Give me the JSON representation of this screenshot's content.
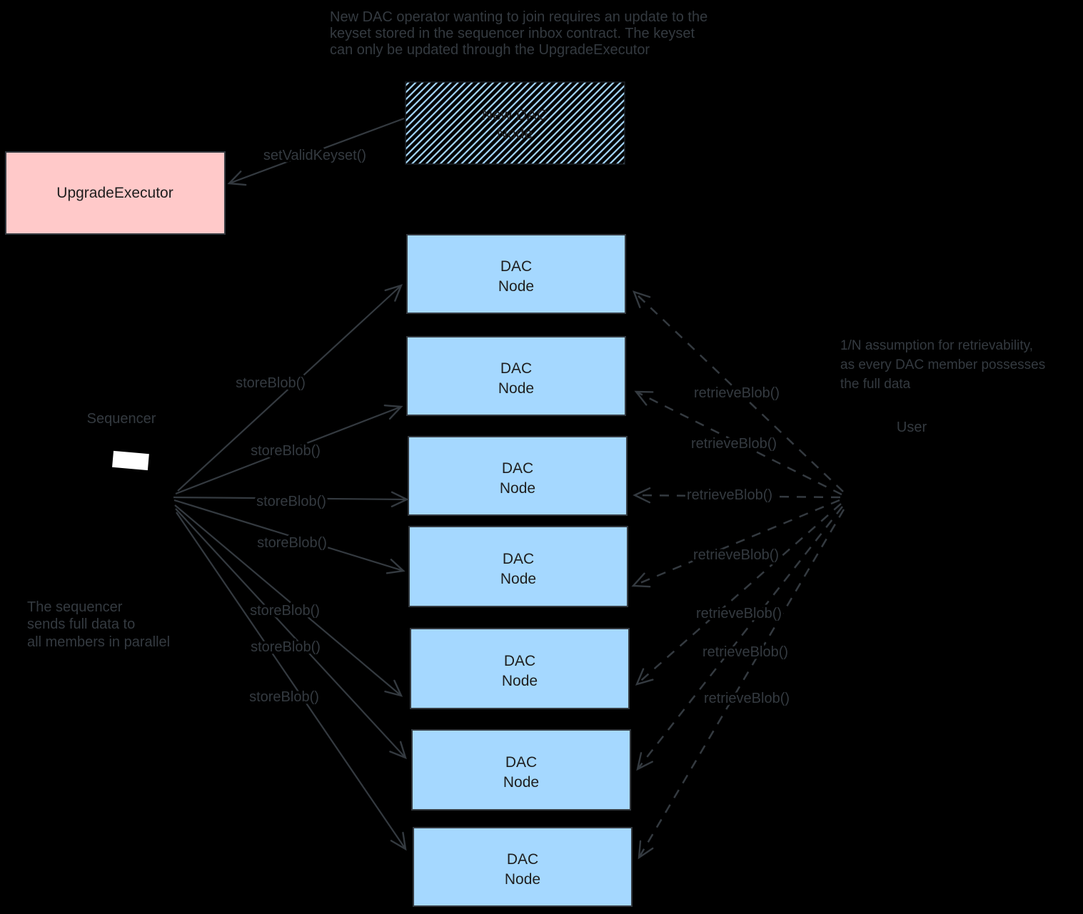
{
  "colors": {
    "background": "#000000",
    "ink": "#343a40",
    "box_text": "#1e1e1e",
    "pink": "#ffc9c9",
    "blue": "#a5d8ff",
    "white": "#ffffff"
  },
  "notes": {
    "top": {
      "line1": "New DAC operator wanting to join requires an update to the",
      "line2": "keyset stored in the sequencer inbox contract. The keyset",
      "line3": "can only be updated through the UpgradeExecutor"
    },
    "left": {
      "line1": "The sequencer",
      "line2": "sends full data to",
      "line3": "all members in parallel"
    },
    "right": {
      "line1": "1/N assumption for retrievability,",
      "line2": "as every DAC member possesses",
      "line3": "the full data"
    }
  },
  "actors": {
    "sequencer": "Sequencer",
    "user": "User"
  },
  "boxes": {
    "upgrade_executor": "UpgradeExecutor",
    "new_dac_node": {
      "line1": "New DAC",
      "line2": "Node"
    },
    "dac_nodes": [
      {
        "line1": "DAC",
        "line2": "Node"
      },
      {
        "line1": "DAC",
        "line2": "Node"
      },
      {
        "line1": "DAC",
        "line2": "Node"
      },
      {
        "line1": "DAC",
        "line2": "Node"
      },
      {
        "line1": "DAC",
        "line2": "Node"
      },
      {
        "line1": "DAC",
        "line2": "Node"
      },
      {
        "line1": "DAC",
        "line2": "Node"
      }
    ]
  },
  "edges": {
    "set_valid_keyset": "setValidKeyset()",
    "store_blob": [
      "storeBlob()",
      "storeBlob()",
      "storeBlob()",
      "storeBlob()",
      "storeBlob()",
      "storeBlob()",
      "storeBlob()"
    ],
    "retrieve_blob": [
      "retrieveBlob()",
      "retrieveBlob()",
      "retrieveBlob()",
      "retrieveBlob()",
      "retrieveBlob()",
      "retrieveBlob()",
      "retrieveBlob()"
    ]
  }
}
